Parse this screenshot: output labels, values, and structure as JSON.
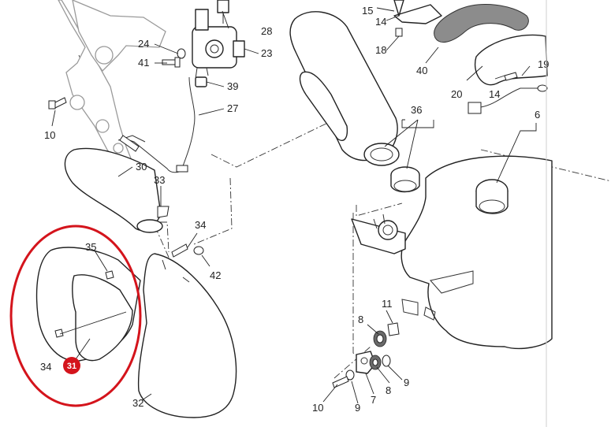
{
  "diagram": {
    "highlight_color": "#d4141c",
    "heat_shield_color": "#8c8c8c",
    "line_color": "#222222",
    "callouts": {
      "c15": "15",
      "c14a": "14",
      "c18": "18",
      "c40": "40",
      "c20": "20",
      "c14b": "14",
      "c19": "19",
      "c24": "24",
      "c41": "41",
      "c28": "28",
      "c23": "23",
      "c39": "39",
      "c27": "27",
      "c10a": "10",
      "c30": "30",
      "c33": "33",
      "c36": "36",
      "c6": "6",
      "c34a": "34",
      "c35": "35",
      "c42": "42",
      "c34b": "34",
      "c31": "31",
      "c32": "32",
      "c11": "11",
      "c8a": "8",
      "c9a": "9",
      "c8b": "8",
      "c7": "7",
      "c9b": "9",
      "c10b": "10"
    }
  }
}
